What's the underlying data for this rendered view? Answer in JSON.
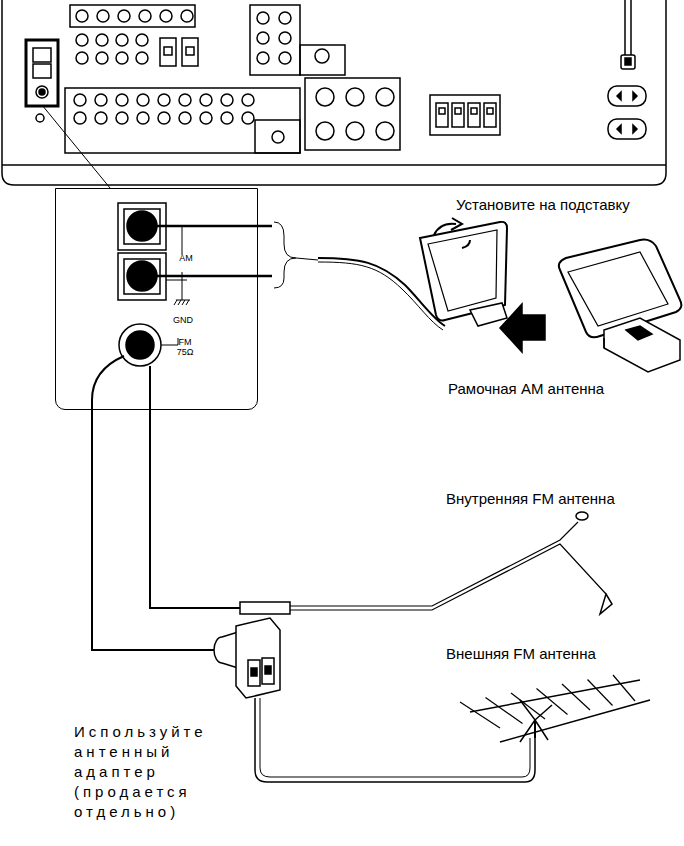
{
  "diagram": {
    "nodes": [
      {
        "text": [
          "AM",
          "GND",
          "FM 75Ω"
        ]
      }
    ],
    "labels": [
      "Установите на подставку",
      "Рамочная AM антенна",
      "Внутренняя FM антенна",
      "Внешняя FM антенна",
      "Используйте антенный адаптер (продается отдельно)"
    ]
  }
}
